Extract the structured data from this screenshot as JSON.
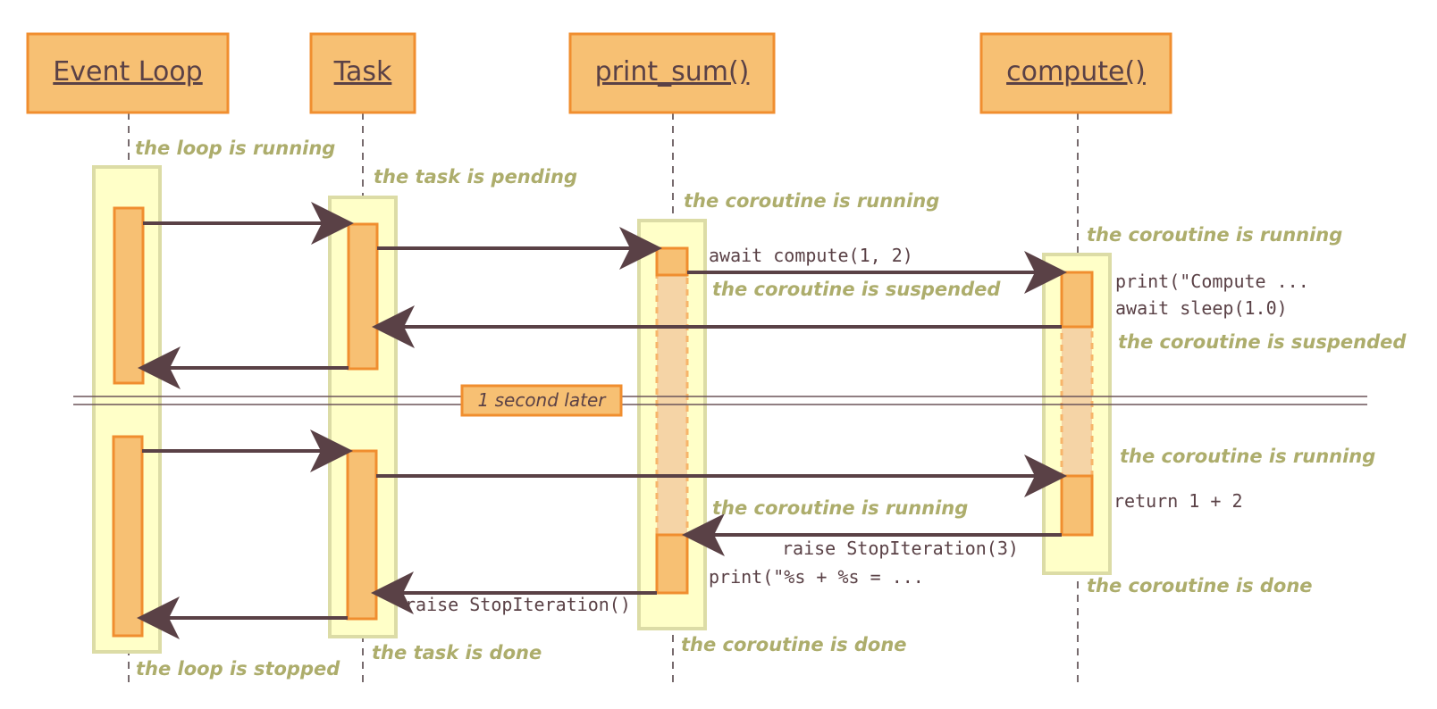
{
  "actors": {
    "event_loop": "Event Loop",
    "task": "Task",
    "print_sum": "print_sum()",
    "compute": "compute()"
  },
  "states": {
    "loop_running": "the loop is running",
    "task_pending": "the task is pending",
    "print_sum_running": "the coroutine is running",
    "compute_running": "the coroutine is running",
    "print_sum_suspended": "the coroutine is suspended",
    "compute_suspended": "the coroutine is suspended",
    "compute_running_again": "the coroutine is running",
    "print_sum_running_again": "the coroutine is running",
    "compute_done": "the coroutine is done",
    "print_sum_done": "the coroutine is done",
    "task_done": "the task is done",
    "loop_stopped": "the loop is stopped"
  },
  "code": {
    "await_compute": "await compute(1, 2)",
    "print_compute": "print(\"Compute ...",
    "await_sleep": "await sleep(1.0)",
    "return_sum": "return 1 + 2",
    "raise_stopiteration_3": "raise StopIteration(3)",
    "print_sum_result": "print(\"%s + %s = ...",
    "raise_stopiteration": "raise StopIteration()"
  },
  "time_marker": {
    "label": "1 second later"
  }
}
